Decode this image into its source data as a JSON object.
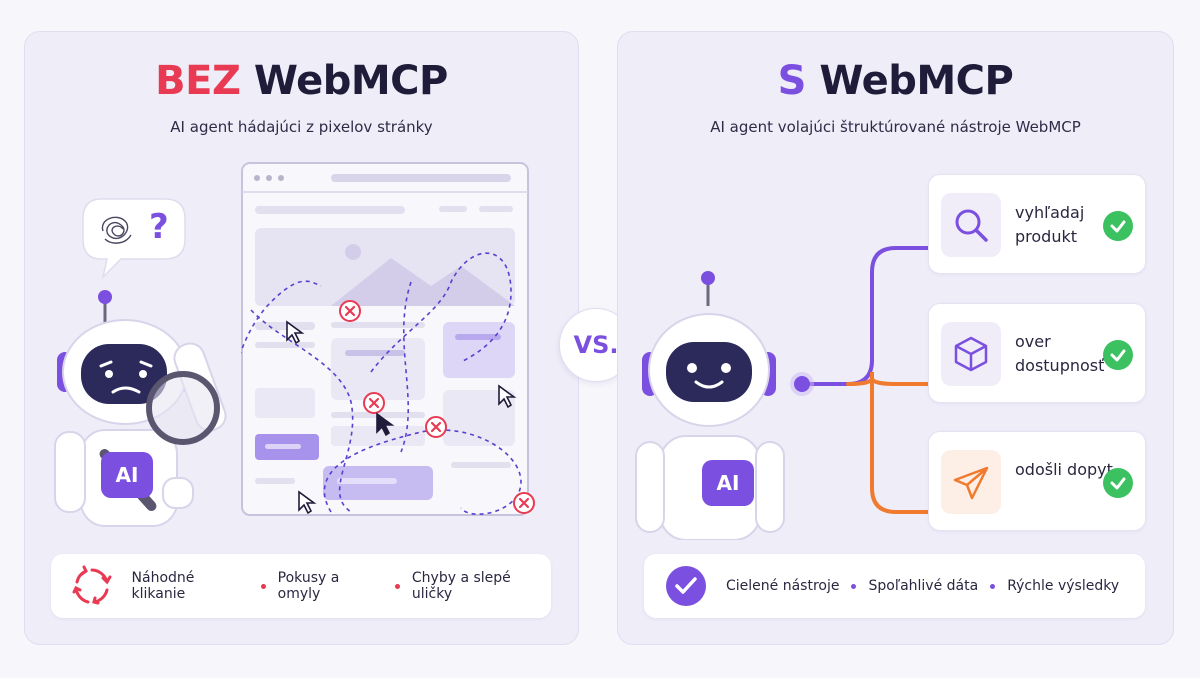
{
  "left": {
    "title_highlight": "BEZ",
    "title_rest": " WebMCP",
    "subtitle": "AI agent hádajúci z pixelov stránky",
    "badge_label": "AI",
    "footer_items": [
      "Náhodné klikanie",
      "Pokusy a omyly",
      "Chyby a slepé uličky"
    ],
    "icons": {
      "footer": "cycle-arrows-icon",
      "thought": "scribble-icon",
      "question": "question-mark-icon",
      "error": "error-x-icon",
      "cursor": "mouse-cursor-icon",
      "magnifier": "magnifier-icon"
    },
    "colors": {
      "accent": "#e83a52"
    }
  },
  "vs_label": "VS.",
  "right": {
    "title_highlight": "S",
    "title_rest": " WebMCP",
    "subtitle": "AI agent volajúci štruktúrované nástroje WebMCP",
    "badge_label": "AI",
    "tools": [
      {
        "label": "vyhľadaj produkt",
        "icon": "search-icon",
        "color": "#7b4fe0"
      },
      {
        "label": "over dostupnosť",
        "icon": "cube-icon",
        "color": "#7b4fe0"
      },
      {
        "label": "odošli dopyt",
        "icon": "paper-plane-icon",
        "color": "#f07a2e"
      }
    ],
    "footer_items": [
      "Cielené nástroje",
      "Spoľahlivé dáta",
      "Rýchle výsledky"
    ],
    "icons": {
      "footer": "check-circle-icon",
      "tool_status": "check-icon"
    },
    "colors": {
      "accent": "#7b4fe0",
      "success": "#3cc160",
      "orange": "#f07a2e"
    }
  }
}
